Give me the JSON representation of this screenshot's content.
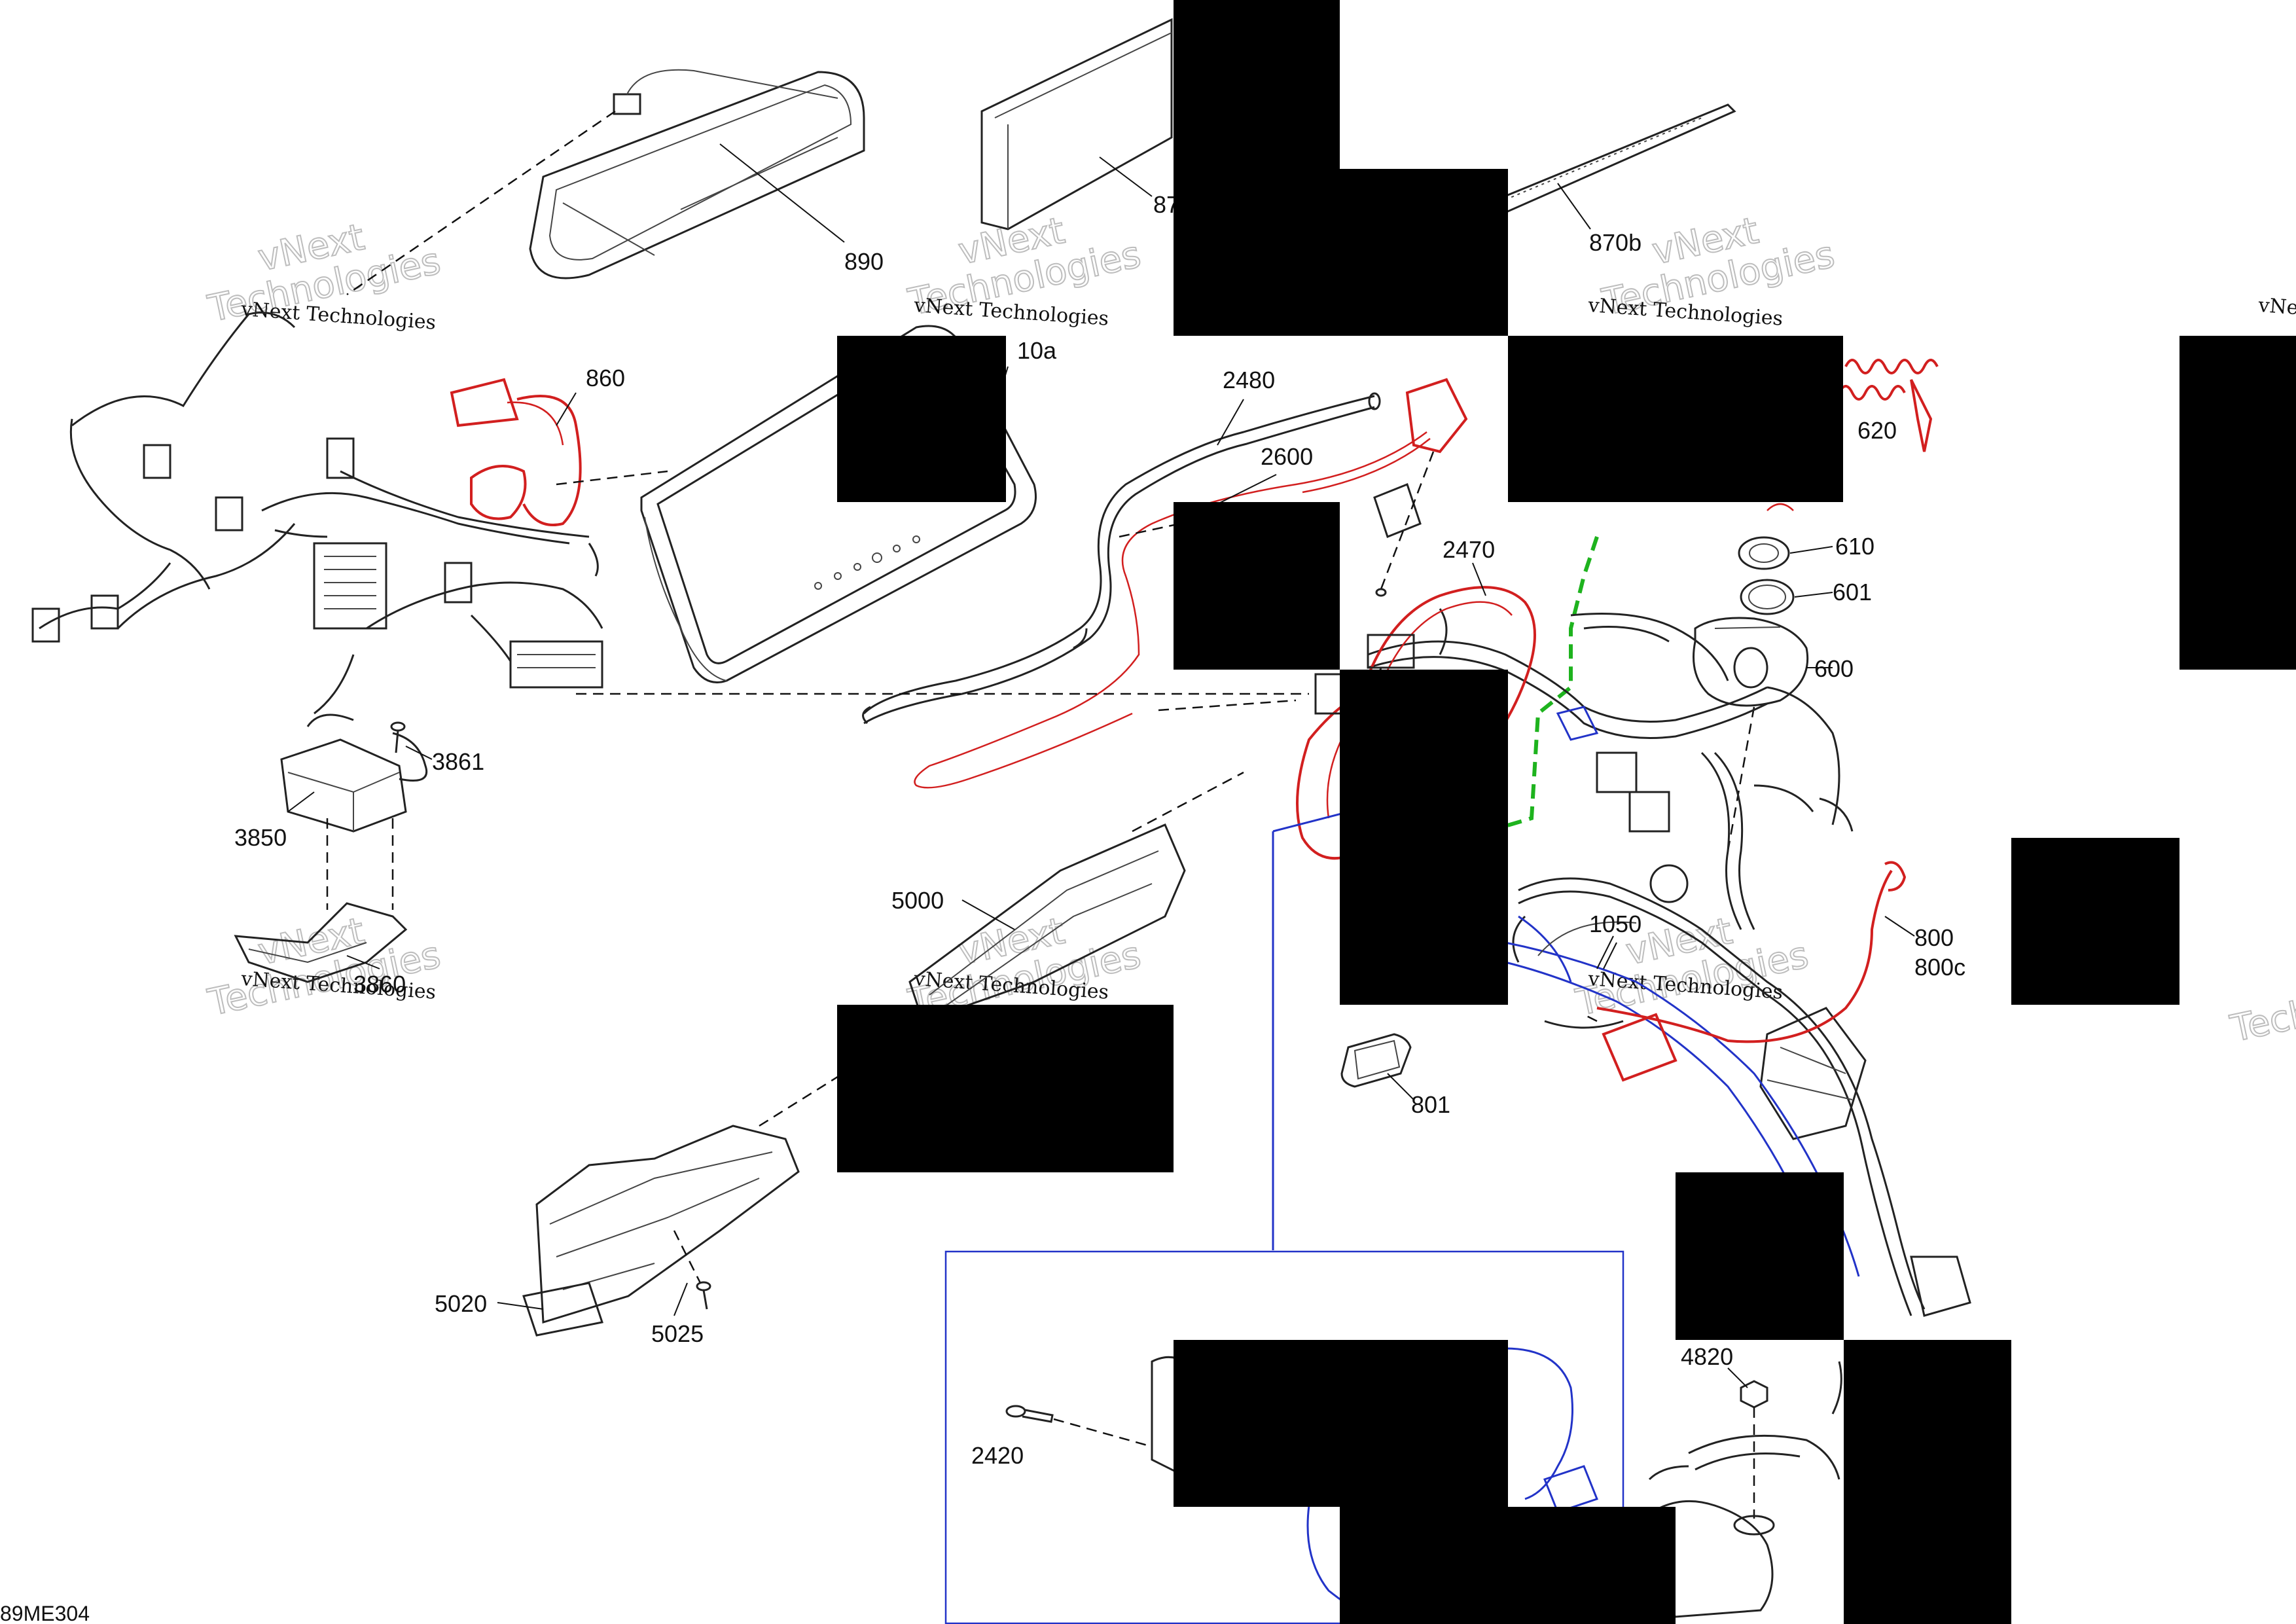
{
  "labels": {
    "l890": "890",
    "l870": "87",
    "l870b": "870b",
    "l10a": "10a",
    "l860": "860",
    "l2480": "2480",
    "l2600": "2600",
    "l620": "620",
    "l610": "610",
    "l601": "601",
    "l600": "600",
    "l2470": "2470",
    "l3861": "3861",
    "l3850": "3850",
    "l3860": "3860",
    "l5000": "5000",
    "l1050": "1050",
    "l800": "800",
    "l800c": "800c",
    "l801": "801",
    "l5020": "5020",
    "l5025": "5025",
    "l4820": "4820",
    "l2420": "2420",
    "code": "89ME304"
  },
  "watermark": {
    "company": "vNext Technologies",
    "big_lines": [
      "vNext",
      "Technologies"
    ]
  },
  "colors": {
    "highlight_red": "#d21f1f",
    "highlight_blue": "#2233c8",
    "highlight_green": "#1eb31e",
    "redaction": "#000000"
  }
}
